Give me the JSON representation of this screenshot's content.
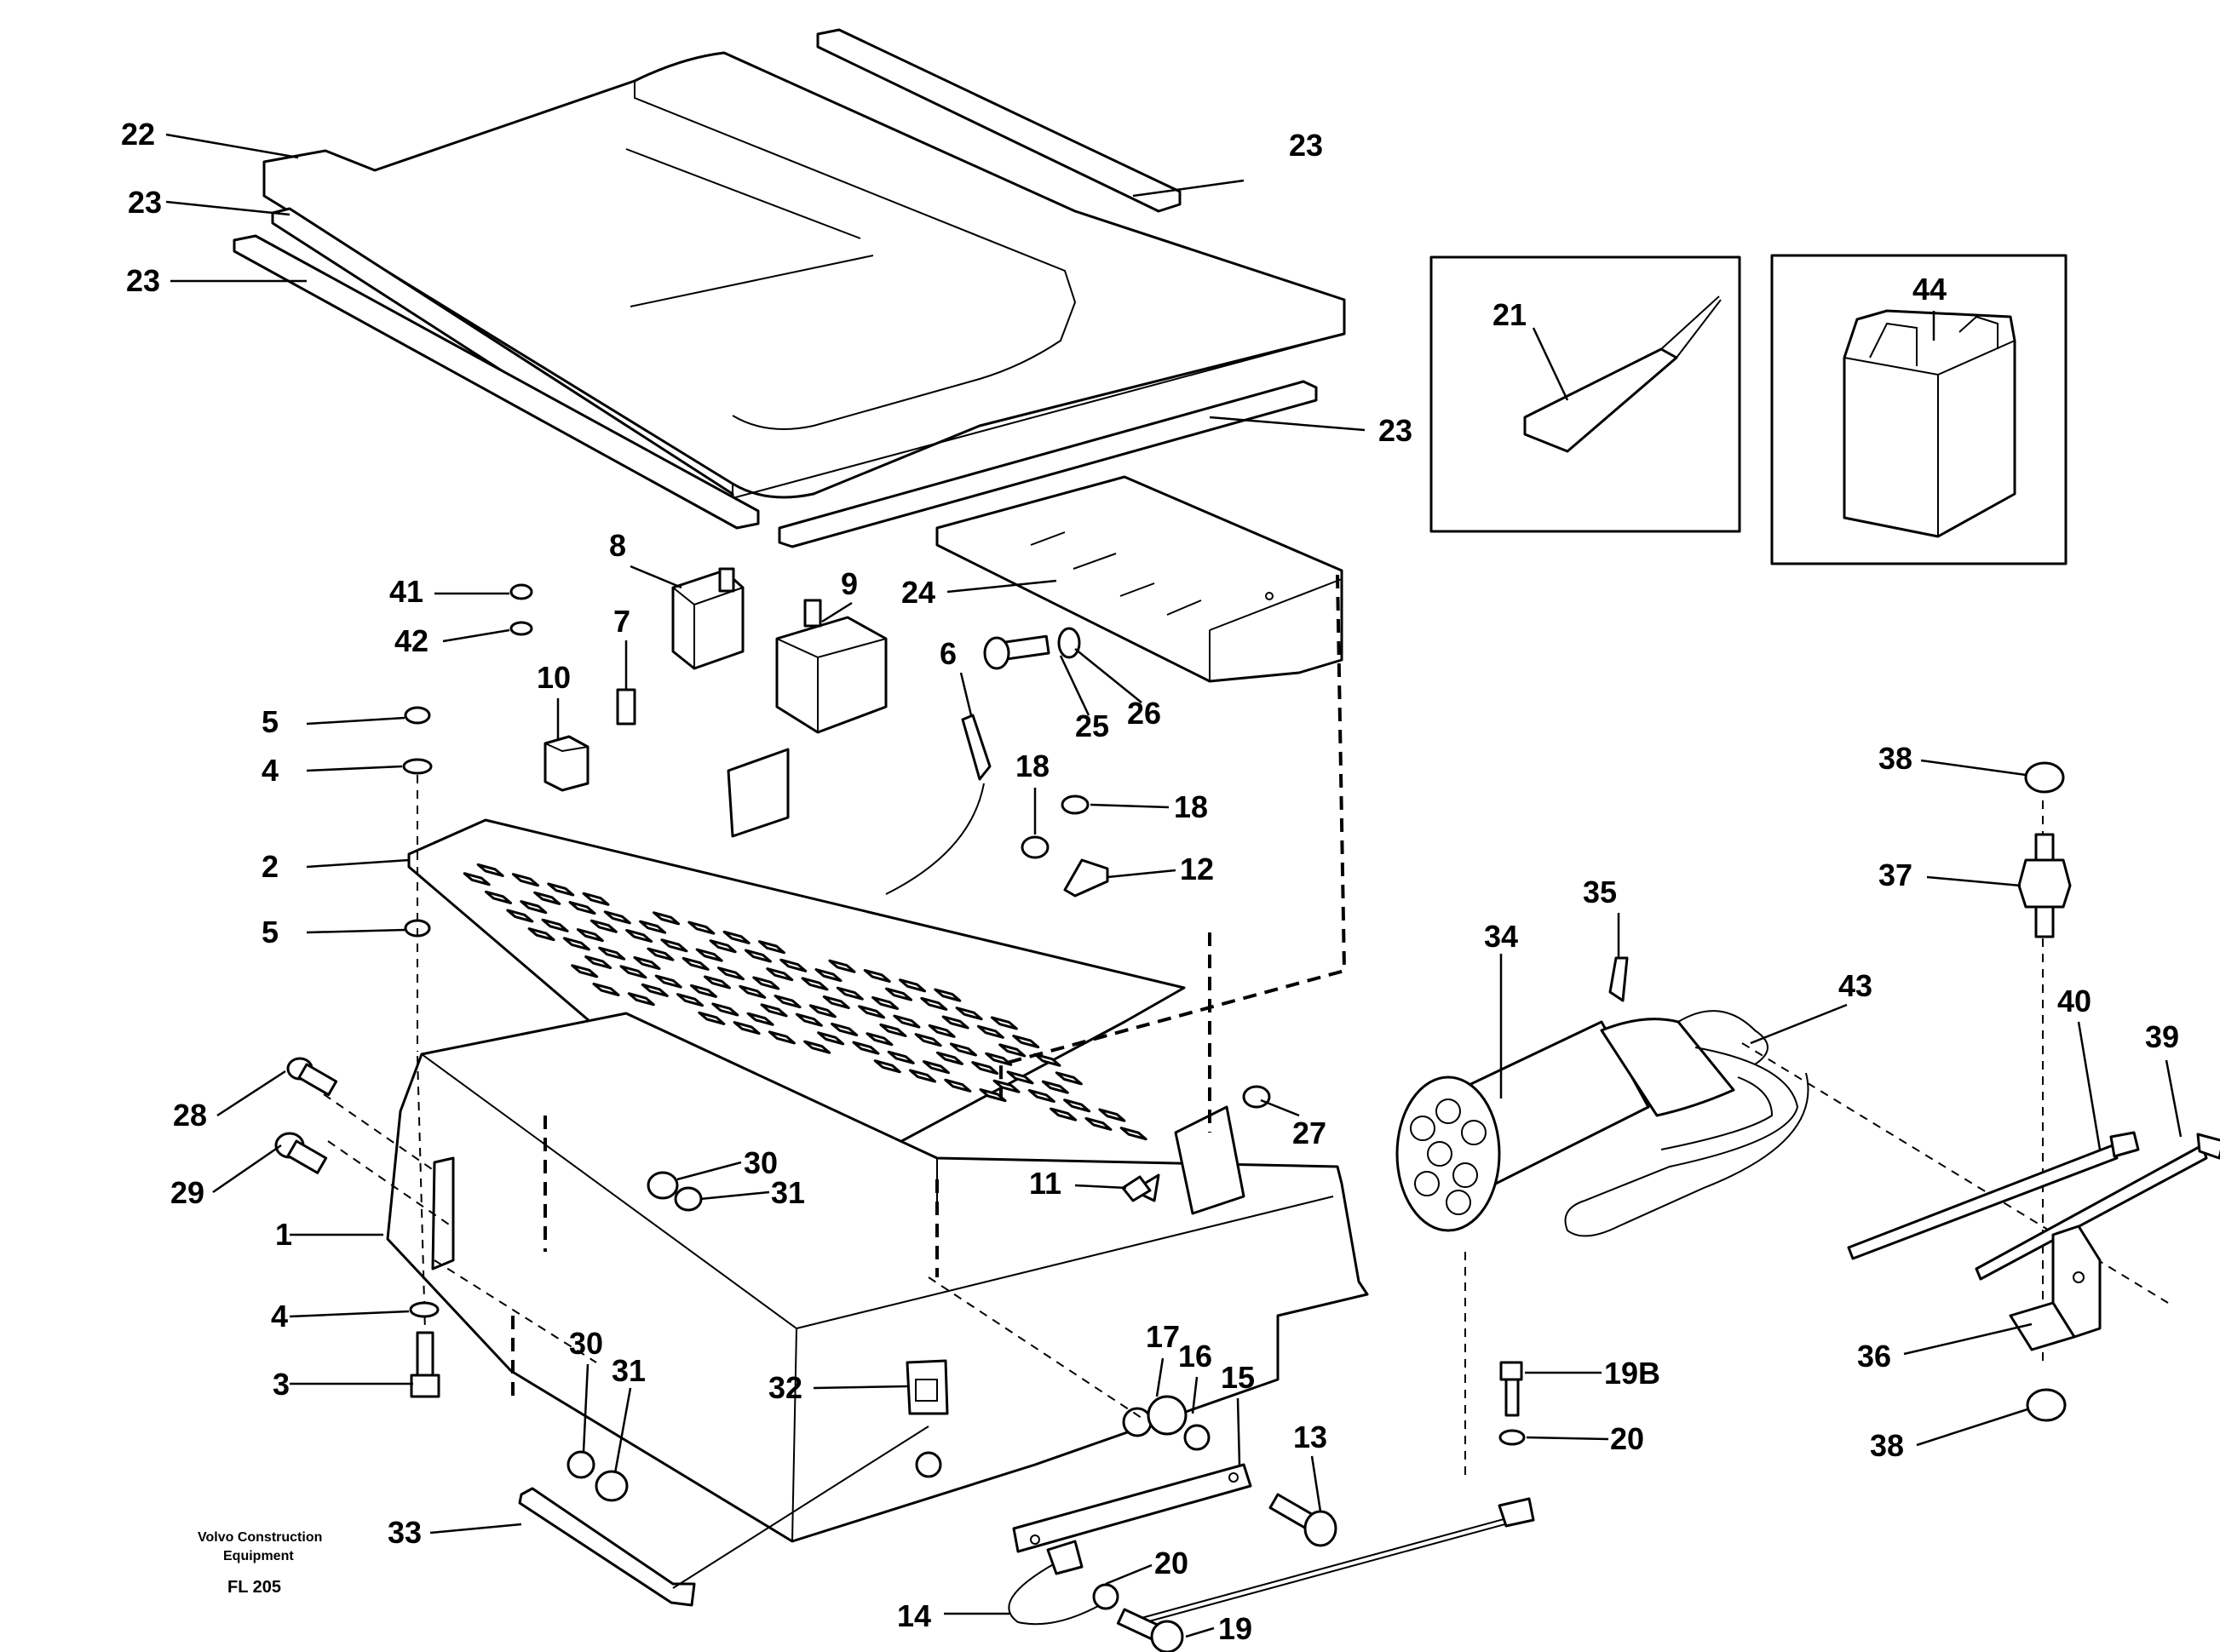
{
  "diagram": {
    "credit": {
      "line1": "Volvo Construction",
      "line2": "Equipment",
      "code": "FL 205"
    },
    "callouts": [
      {
        "label": "22"
      },
      {
        "label": "23"
      },
      {
        "label": "23"
      },
      {
        "label": "23"
      },
      {
        "label": "23"
      },
      {
        "label": "21"
      },
      {
        "label": "44"
      },
      {
        "label": "8"
      },
      {
        "label": "9"
      },
      {
        "label": "41"
      },
      {
        "label": "42"
      },
      {
        "label": "7"
      },
      {
        "label": "24"
      },
      {
        "label": "6"
      },
      {
        "label": "10"
      },
      {
        "label": "25"
      },
      {
        "label": "26"
      },
      {
        "label": "5"
      },
      {
        "label": "4"
      },
      {
        "label": "18"
      },
      {
        "label": "18"
      },
      {
        "label": "2"
      },
      {
        "label": "12"
      },
      {
        "label": "5"
      },
      {
        "label": "38"
      },
      {
        "label": "37"
      },
      {
        "label": "35"
      },
      {
        "label": "34"
      },
      {
        "label": "43"
      },
      {
        "label": "40"
      },
      {
        "label": "39"
      },
      {
        "label": "28"
      },
      {
        "label": "27"
      },
      {
        "label": "29"
      },
      {
        "label": "30"
      },
      {
        "label": "31"
      },
      {
        "label": "11"
      },
      {
        "label": "1"
      },
      {
        "label": "4"
      },
      {
        "label": "3"
      },
      {
        "label": "30"
      },
      {
        "label": "31"
      },
      {
        "label": "17"
      },
      {
        "label": "16"
      },
      {
        "label": "15"
      },
      {
        "label": "32"
      },
      {
        "label": "19B"
      },
      {
        "label": "20"
      },
      {
        "label": "13"
      },
      {
        "label": "36"
      },
      {
        "label": "38"
      },
      {
        "label": "33"
      },
      {
        "label": "20"
      },
      {
        "label": "14"
      },
      {
        "label": "19"
      }
    ]
  }
}
